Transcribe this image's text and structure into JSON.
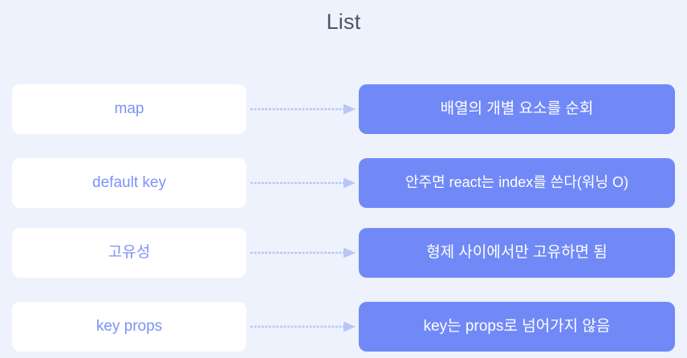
{
  "title": "List",
  "colors": {
    "background": "#eef2fd",
    "term_box_fill": "#ffffff",
    "term_text": "#7b93f8",
    "definition_box_fill": "#7189f7",
    "definition_text": "#ffffff",
    "connector": "#b9c6f7",
    "title_text": "#4b5563"
  },
  "rows": [
    {
      "term": "map",
      "definition": "배열의 개별 요소를 순회",
      "connector": "arrow-right-icon"
    },
    {
      "term": "default key",
      "definition": "안주면 react는 index를 쓴다(워닝 O)",
      "connector": "arrow-right-icon"
    },
    {
      "term": "고유성",
      "definition": "형제 사이에서만 고유하면 됨",
      "connector": "arrow-right-icon"
    },
    {
      "term": "key props",
      "definition": "key는 props로 넘어가지 않음",
      "connector": "arrow-right-icon"
    }
  ]
}
